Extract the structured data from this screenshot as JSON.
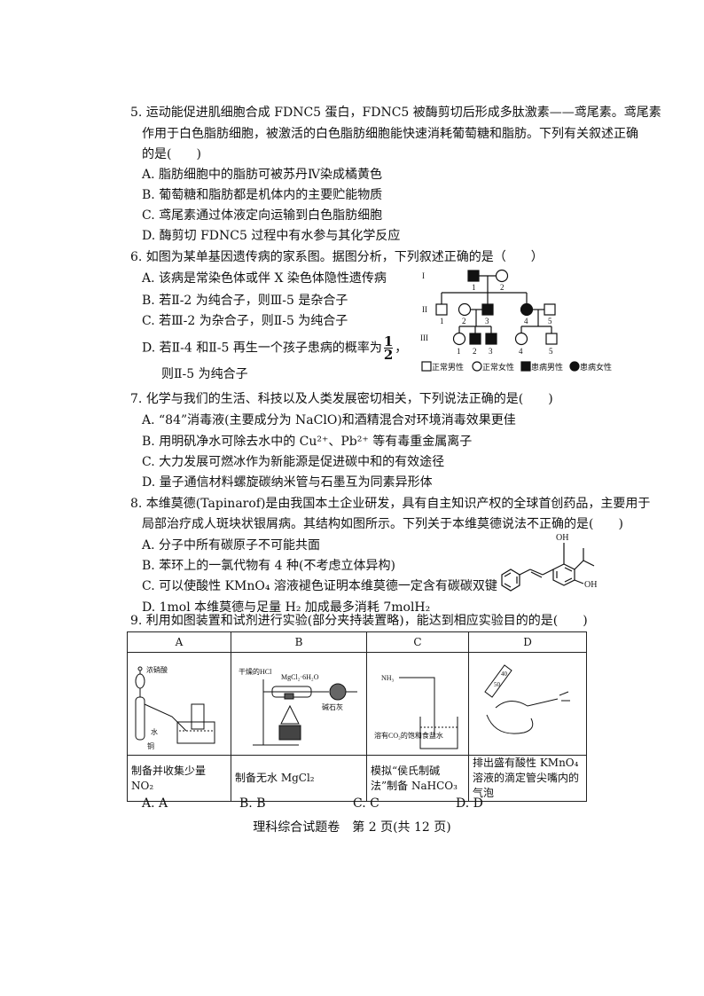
{
  "q5": {
    "stem": [
      "5. 运动能促进肌细胞合成 FDNC5 蛋白，FDNC5 被酶剪切后形成多肽激素——鸢尾素。鸢尾素",
      "作用于白色脂肪细胞，被激活的白色脂肪细胞能快速消耗葡萄糖和脂肪。下列有关叙述正确",
      "的是(　　)"
    ],
    "options": [
      "A. 脂肪细胞中的脂肪可被苏丹Ⅳ染成橘黄色",
      "B. 葡萄糖和脂肪都是机体内的主要贮能物质",
      "C. 鸢尾素通过体液定向运输到白色脂肪细胞",
      "D. 酶剪切 FDNC5 过程中有水参与其化学反应"
    ]
  },
  "q6": {
    "stem": "6. 如图为某单基因遗传病的家系图。据图分析，下列叙述正确的是（　　）",
    "options": [
      "A. 该病是常染色体或伴 X 染色体隐性遗传病",
      "B. 若Ⅱ-2 为纯合子，则Ⅲ-5 是杂合子",
      "C. 若Ⅲ-2 为杂合子，则Ⅱ-5 为纯合子"
    ],
    "optionD_pre": "D. 若Ⅱ-4 和Ⅱ-5 再生一个孩子患病的概率为",
    "optionD_num": "1",
    "optionD_den": "2",
    "optionD_post": "，",
    "optionD_line2": "则Ⅱ-5 为纯合子",
    "pedigree": {
      "gen_labels": [
        "I",
        "II",
        "III"
      ],
      "gen1_nums": [
        "1",
        "2"
      ],
      "gen2_nums": [
        "1",
        "2",
        "3",
        "4",
        "5"
      ],
      "gen3_nums": [
        "1",
        "2",
        "3",
        "4",
        "5"
      ],
      "legend": [
        "正常男性",
        "正常女性",
        "患病男性",
        "患病女性"
      ]
    }
  },
  "q7": {
    "stem": "7. 化学与我们的生活、科技以及人类发展密切相关，下列说法正确的是(　　)",
    "options": [
      "A. “84”消毒液(主要成分为 NaClO)和酒精混合对环境消毒效果更佳",
      "B. 用明矾净水可除去水中的 Cu²⁺、Pb²⁺ 等有毒重金属离子",
      "C. 大力发展可燃冰作为新能源是促进碳中和的有效途径",
      "D. 量子通信材料螺旋碳纳米管与石墨互为同素异形体"
    ]
  },
  "q8": {
    "stem": [
      "8. 本维莫德(Tapinarof)是由我国本土企业研发，具有自主知识产权的全球首创药品，主要用于",
      "局部治疗成人斑块状银屑病。其结构如图所示。下列关于本维莫德说法不正确的是(　　)"
    ],
    "options": [
      "A. 分子中所有碳原子不可能共面",
      "B. 苯环上的一氯代物有 4 种(不考虑立体异构)",
      "C. 可以使酸性 KMnO₄ 溶液褪色证明本维莫德一定含有碳碳双键",
      "D. 1mol 本维莫德与足量 H₂ 加成最多消耗 7molH₂"
    ],
    "structure_labels": [
      "OH",
      "OH"
    ]
  },
  "q9": {
    "stem": "9. 利用如图装置和试剂进行实验(部分夹持装置略)，能达到相应实验目的的是(　　)",
    "headers": [
      "A",
      "B",
      "C",
      "D"
    ],
    "captions": [
      "制备并收集少量 NO₂",
      "制备无水 MgCl₂",
      "模拟“侯氏制碱法”制备 NaHCO₃",
      "排出盛有酸性 KMnO₄ 溶液的滴定管尖嘴内的气泡"
    ],
    "fig_labels": {
      "a_acid": "浓硝酸",
      "a_water": "水",
      "a_copper": "铜",
      "b_hcl": "干燥的HCl",
      "b_salt": "MgCl₂·6H₂O",
      "b_lime": "碱石灰",
      "c_nh3": "NH₃",
      "c_soln": "溶有CO₂的饱和食盐水",
      "d_40": "40",
      "d_50": "50"
    },
    "answers": [
      "A. A",
      "B. B",
      "C. C",
      "D. D"
    ]
  },
  "footer": "理科综合试题卷　第 2 页(共 12 页)"
}
